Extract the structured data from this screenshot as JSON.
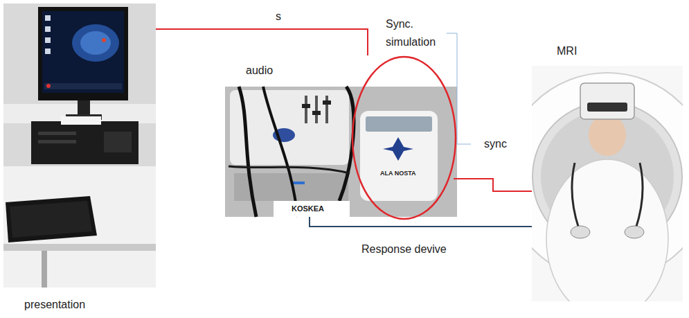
{
  "diagram": {
    "nodes": [
      {
        "text": [
          "presentation"
        ]
      },
      {
        "text": [
          "audio"
        ]
      },
      {
        "text": [
          "Sync. simulation"
        ]
      },
      {
        "text": [
          "MRI"
        ]
      }
    ],
    "edges": [
      {
        "from": 0,
        "to": 2,
        "arrow": "none",
        "label": "s"
      },
      {
        "from": 2,
        "to": 3,
        "arrow": "none",
        "label": "sync"
      },
      {
        "from": 1,
        "to": 3,
        "arrow": "none",
        "label": "Response devive"
      }
    ],
    "labels": [
      "ALA NOSTA",
      "KOSKEA"
    ]
  }
}
